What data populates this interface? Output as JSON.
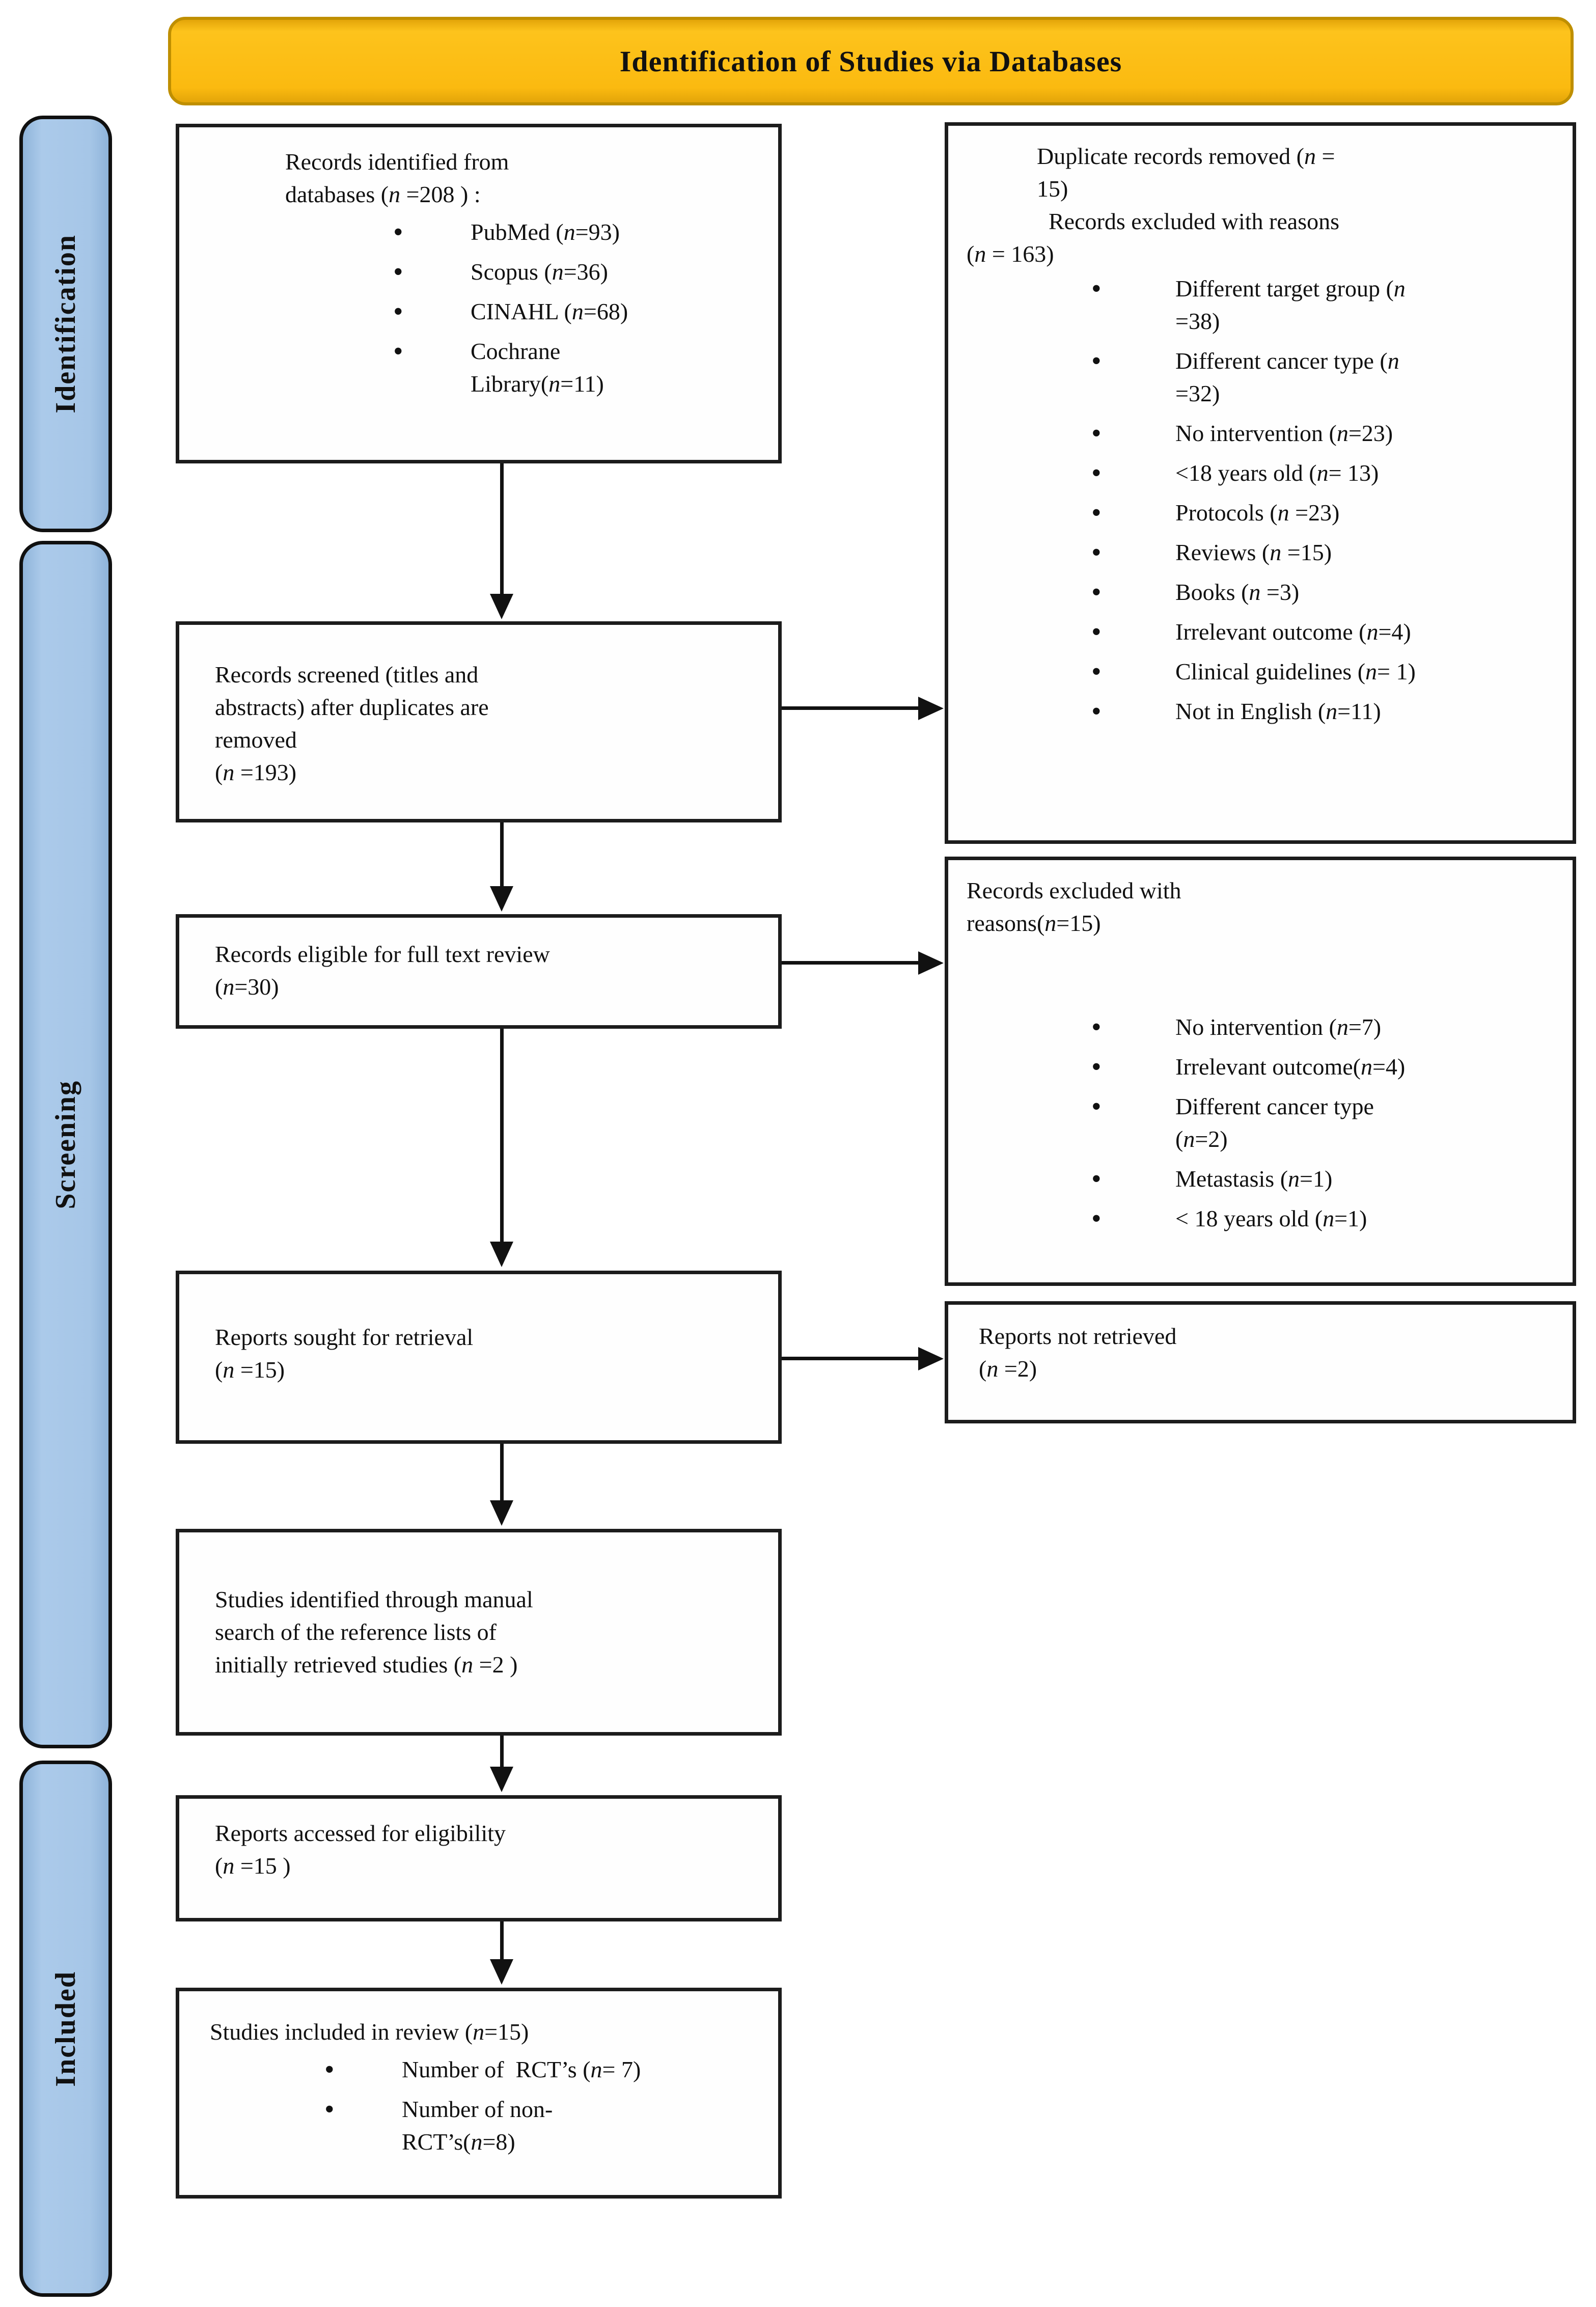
{
  "header": {
    "title": "Identification of Studies via Databases",
    "fill_color": "#FBBA10",
    "border_color": "#BF8F00"
  },
  "sidebar": {
    "fill_color": "#A6C6E7",
    "stages": [
      {
        "label": "Identification"
      },
      {
        "label": "Screening"
      },
      {
        "label": "Included"
      }
    ]
  },
  "boxes": {
    "records_identified": {
      "title": "Records identified from\ndatabases (n =208 ) :",
      "items": [
        "PubMed (n=93)",
        "Scopus (n=36)",
        "CINAHL (n=68)",
        "Cochrane\nLibrary(n=11)"
      ]
    },
    "records_screened": {
      "text": "Records screened (titles and\nabstracts) after duplicates are\nremoved\n(n =193)"
    },
    "records_eligible": {
      "text": "Records eligible for full text review\n(n=30)"
    },
    "reports_sought": {
      "text": "Reports sought for retrieval\n(n =15)"
    },
    "manual_search": {
      "text": "Studies identified through manual\nsearch of the reference lists of\ninitially retrieved studies (n =2 )"
    },
    "reports_accessed": {
      "text": "Reports accessed for eligibility\n(n =15 )"
    },
    "studies_included": {
      "title": "Studies included in review (n=15)",
      "items": [
        "Number of  RCT’s (n= 7)",
        "Number of non-\nRCT’s(n=8)"
      ]
    },
    "duplicates_removed": {
      "header": "            Duplicate records removed (n =\n            15)\n              Records excluded with reasons\n(n = 163)",
      "items": [
        "Different target group (n\n=38)",
        "Different cancer type (n\n=32)",
        "No intervention (n=23)",
        "<18 years old (n= 13)",
        "Protocols (n =23)",
        "Reviews (n =15)",
        "Books (n =3)",
        "Irrelevant outcome (n=4)",
        "Clinical guidelines (n= 1)",
        "Not in English (n=11)"
      ]
    },
    "excluded_fulltext": {
      "title": "Records excluded with\nreasons(n=15)",
      "items": [
        "No intervention (n=7)",
        "Irrelevant outcome(n=4)",
        "Different cancer type\n(n=2)",
        "Metastasis (n=1)",
        "< 18 years old (n=1)"
      ]
    },
    "reports_not_retrieved": {
      "text": "Reports not retrieved\n(n =2)"
    }
  }
}
